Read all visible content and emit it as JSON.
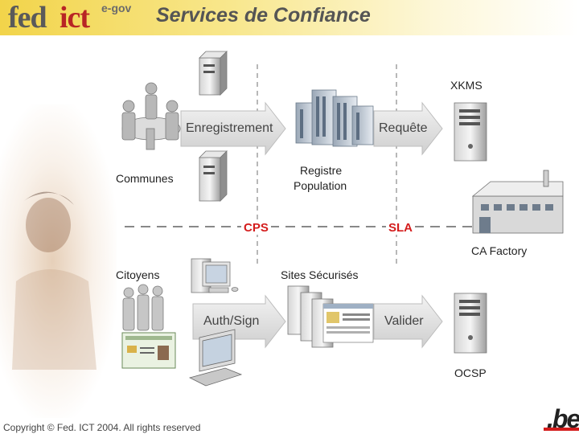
{
  "header": {
    "logo_fed": "fed",
    "logo_ict": "ict",
    "logo_egov": "e-gov",
    "title": "Services de Confiance"
  },
  "labels": {
    "xkms": "XKMS",
    "enregistrement": "Enregistrement",
    "requete": "Requête",
    "communes": "Communes",
    "registre_line1": "Registre",
    "registre_line2": "Population",
    "cps": "CPS",
    "sla": "SLA",
    "ca_factory": "CA Factory",
    "citoyens": "Citoyens",
    "sites_securises": "Sites Sécurisés",
    "auth_sign": "Auth/Sign",
    "valider": "Valider",
    "ocsp": "OCSP"
  },
  "footer": {
    "copyright": "Copyright © Fed. ICT 2004. All rights reserved",
    "be_logo": ".be"
  },
  "colors": {
    "accent_red": "#d41c1c",
    "header_yellow": "#f2d44a",
    "arrow_grey": "#d9d9d9"
  }
}
